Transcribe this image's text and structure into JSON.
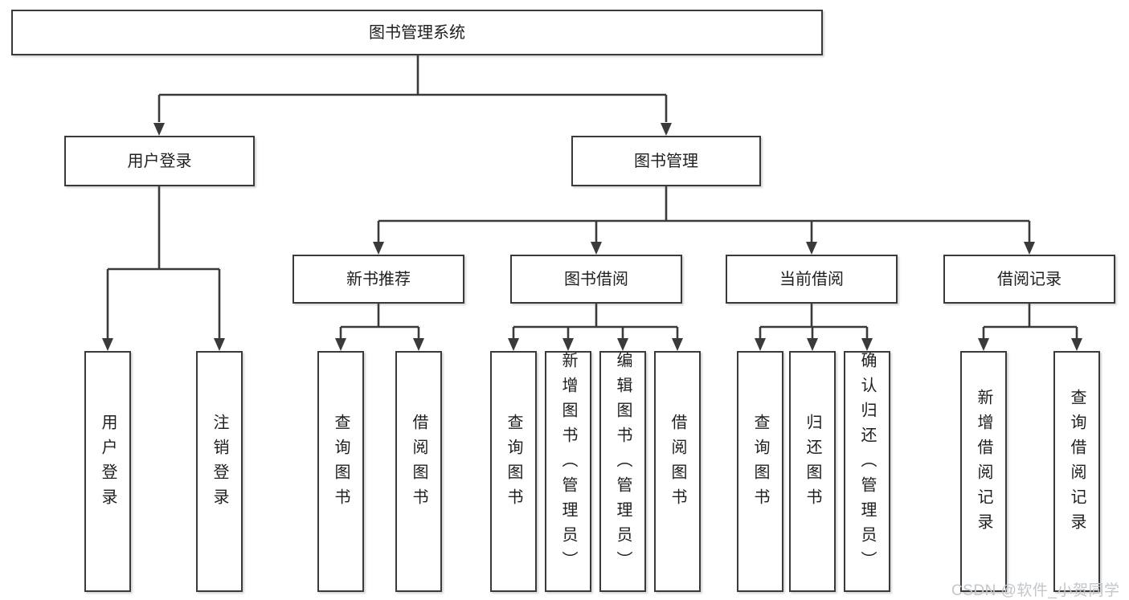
{
  "page": {
    "background": "#ffffff",
    "watermark": {
      "text": "CSDN @软件_小贺同学",
      "color": "#c2c7cc"
    }
  },
  "colors": {
    "line": "#3a3a3a",
    "box_border": "#3a3a3a",
    "box_fill": "#ffffff",
    "label_text": "#1f1f1f"
  },
  "diagram": {
    "type": "hierarchy",
    "root": {
      "label": "图书管理系统"
    },
    "branches": [
      {
        "label": "用户登录",
        "children": [
          {
            "label": "用户登录"
          },
          {
            "label": "注销登录"
          }
        ]
      },
      {
        "label": "图书管理",
        "children": [
          {
            "label": "新书推荐",
            "children": [
              {
                "label": "查询图书"
              },
              {
                "label": "借阅图书"
              }
            ]
          },
          {
            "label": "图书借阅",
            "children": [
              {
                "label": "查询图书"
              },
              {
                "label": "新增图书（管理员）"
              },
              {
                "label": "编辑图书（管理员）"
              },
              {
                "label": "借阅图书"
              }
            ]
          },
          {
            "label": "当前借阅",
            "children": [
              {
                "label": "查询图书"
              },
              {
                "label": "归还图书"
              },
              {
                "label": "确认归还（管理员）"
              }
            ]
          },
          {
            "label": "借阅记录",
            "children": [
              {
                "label": "新增借阅记录"
              },
              {
                "label": "查询借阅记录"
              }
            ]
          }
        ]
      }
    ]
  }
}
